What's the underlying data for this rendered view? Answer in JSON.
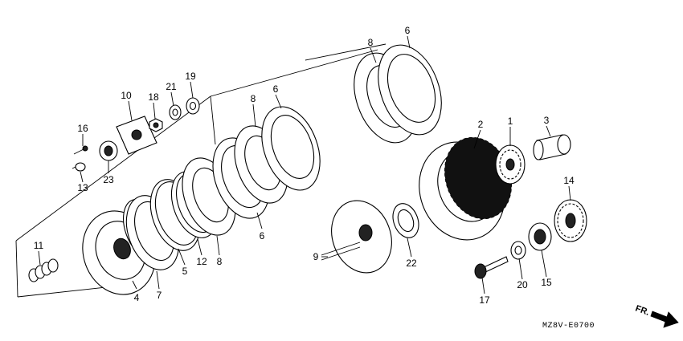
{
  "diagram": {
    "callouts": [
      {
        "id": "1",
        "label": "1"
      },
      {
        "id": "2",
        "label": "2"
      },
      {
        "id": "3",
        "label": "3"
      },
      {
        "id": "4",
        "label": "4"
      },
      {
        "id": "5",
        "label": "5"
      },
      {
        "id": "6a",
        "label": "6"
      },
      {
        "id": "6b",
        "label": "6"
      },
      {
        "id": "6c",
        "label": "6"
      },
      {
        "id": "7",
        "label": "7"
      },
      {
        "id": "8a",
        "label": "8"
      },
      {
        "id": "8b",
        "label": "8"
      },
      {
        "id": "8c",
        "label": "8"
      },
      {
        "id": "9",
        "label": "9"
      },
      {
        "id": "10",
        "label": "10"
      },
      {
        "id": "11",
        "label": "11"
      },
      {
        "id": "12",
        "label": "12"
      },
      {
        "id": "13",
        "label": "13"
      },
      {
        "id": "14",
        "label": "14"
      },
      {
        "id": "15",
        "label": "15"
      },
      {
        "id": "16",
        "label": "16"
      },
      {
        "id": "17",
        "label": "17"
      },
      {
        "id": "18",
        "label": "18"
      },
      {
        "id": "19",
        "label": "19"
      },
      {
        "id": "20",
        "label": "20"
      },
      {
        "id": "21",
        "label": "21"
      },
      {
        "id": "22",
        "label": "22"
      },
      {
        "id": "23",
        "label": "23"
      }
    ],
    "diagram_code": "MZ8V-E0700",
    "direction_label": "FR."
  }
}
